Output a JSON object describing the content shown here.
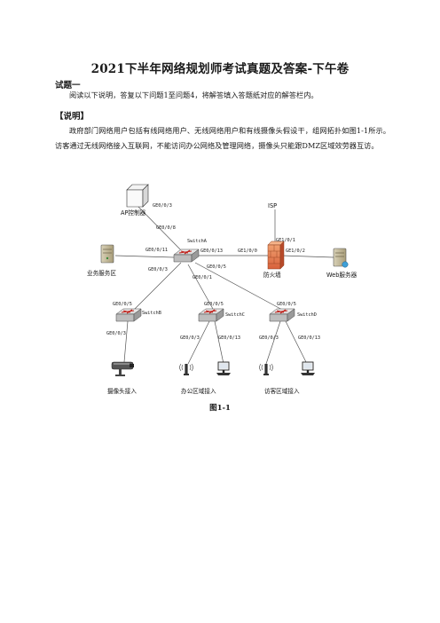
{
  "document": {
    "title": "2021下半年网络规划师考试真题及答案-下午卷",
    "section_heading": "试题一",
    "intro": "阅读以下说明，答复以下问题1至问题4，将解答填入答题纸对应的解答栏内。",
    "desc_heading": "【说明】",
    "desc_paragraph": "政府部门网络用户包括有线网络用户、无线网络用户和有线摄像头假设干，组网拓扑如图1-1所示。访客通过无线网络接入互联网，不能访问办公网络及管理网络，摄像头只能跟DMZ区域效劳器互访。",
    "figure_caption": "图1-1"
  },
  "diagram": {
    "devices": {
      "ap_controller": "AP控制器",
      "business_server": "业务服务区",
      "isp": "ISP",
      "firewall": "防火墙",
      "web_server": "Web服务器",
      "camera_access": "摄像头接入",
      "office_access": "办公区域接入",
      "visitor_access": "访客区域接入"
    },
    "switches": {
      "a": "SwitchA",
      "b": "SwitchB",
      "c": "SwitchC",
      "d": "SwitchD"
    },
    "ports": {
      "ap_side": "GE0/0/3",
      "a_to_ap": "GE0/0/8",
      "a_to_biz": "GE0/0/11",
      "a_to_fw": "GE0/0/13",
      "a_to_b": "GE0/0/3",
      "a_to_d": "GE0/0/5",
      "a_to_c": "GE0/0/1",
      "fw_to_a": "GE1/0/0",
      "fw_to_isp": "GE1/0/1",
      "fw_to_web": "GE1/0/2",
      "b_up": "GE0/0/5",
      "b_down": "GE0/0/3",
      "c_up": "GE0/0/5",
      "c_left": "GE0/0/3",
      "c_right": "GE0/0/13",
      "d_up": "GE0/0/5",
      "d_left": "GE0/0/3",
      "d_right": "GE0/0/13"
    }
  }
}
